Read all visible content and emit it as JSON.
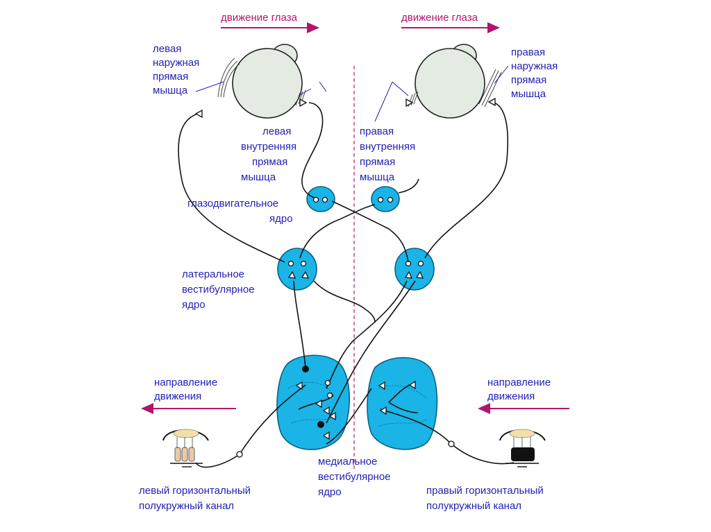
{
  "labels": {
    "eye_movement_left": "движение глаза",
    "eye_movement_right": "движение глаза",
    "left_lateral_rectus": [
      "левая",
      "наружная",
      "прямая",
      "мышца"
    ],
    "right_lateral_rectus": [
      "правая",
      "наружная",
      "прямая",
      "мышца"
    ],
    "left_medial_rectus": [
      "левая",
      "внутренняя",
      "прямая",
      "мышца"
    ],
    "right_medial_rectus": [
      "правая",
      "внутренняя",
      "прямая",
      "мышца"
    ],
    "oculomotor_nucleus": [
      "глазодвигательное",
      "ядро"
    ],
    "lateral_vestibular_nucleus": [
      "латеральное",
      "вестибулярное",
      "ядро"
    ],
    "medial_vestibular_nucleus": [
      "медиальное",
      "вестибулярное",
      "ядро"
    ],
    "movement_direction_left": [
      "направление",
      "движения"
    ],
    "movement_direction_right": [
      "направление",
      "движения"
    ],
    "left_canal": [
      "левый горизонтальный",
      "полукружный канал"
    ],
    "right_canal": [
      "правый горизонтальный",
      "полукружный канал"
    ]
  },
  "colors": {
    "label_text": "#1f1fb4",
    "arrow_magenta": "#b4146e",
    "nucleus_fill": "#1ab4e6",
    "eye_fill": "#e3ebe3",
    "nerve": "#111111"
  }
}
